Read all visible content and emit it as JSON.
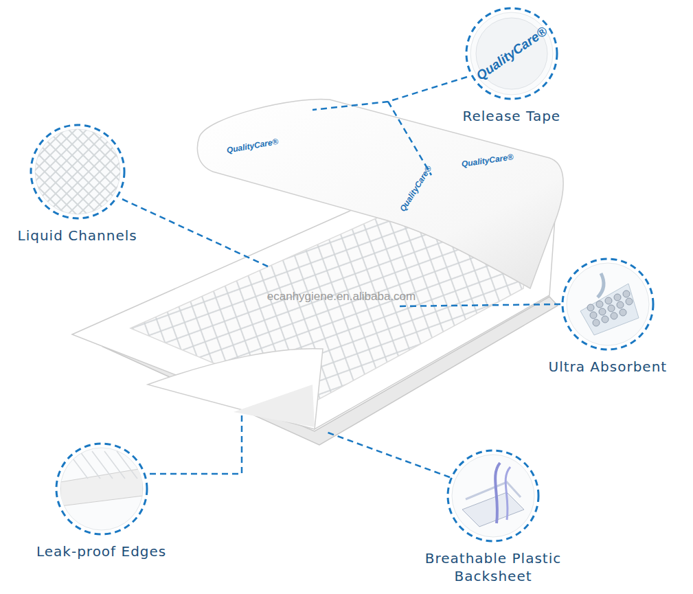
{
  "diagram": {
    "nodes": [
      {
        "text": [
          "QualityCare®",
          "Release Tape"
        ]
      },
      {
        "text": [
          "Liquid Channels"
        ]
      },
      {
        "text": [
          "Ultra Absorbent"
        ]
      },
      {
        "text": [
          "Leak-proof Edges"
        ]
      },
      {
        "text": [
          "Breathable Plastic Backsheet"
        ]
      }
    ],
    "labels": [
      "QualityCare®",
      "QualityCare®",
      "QualityCare®",
      "ecanhygiene.en.alibaba.com"
    ]
  }
}
